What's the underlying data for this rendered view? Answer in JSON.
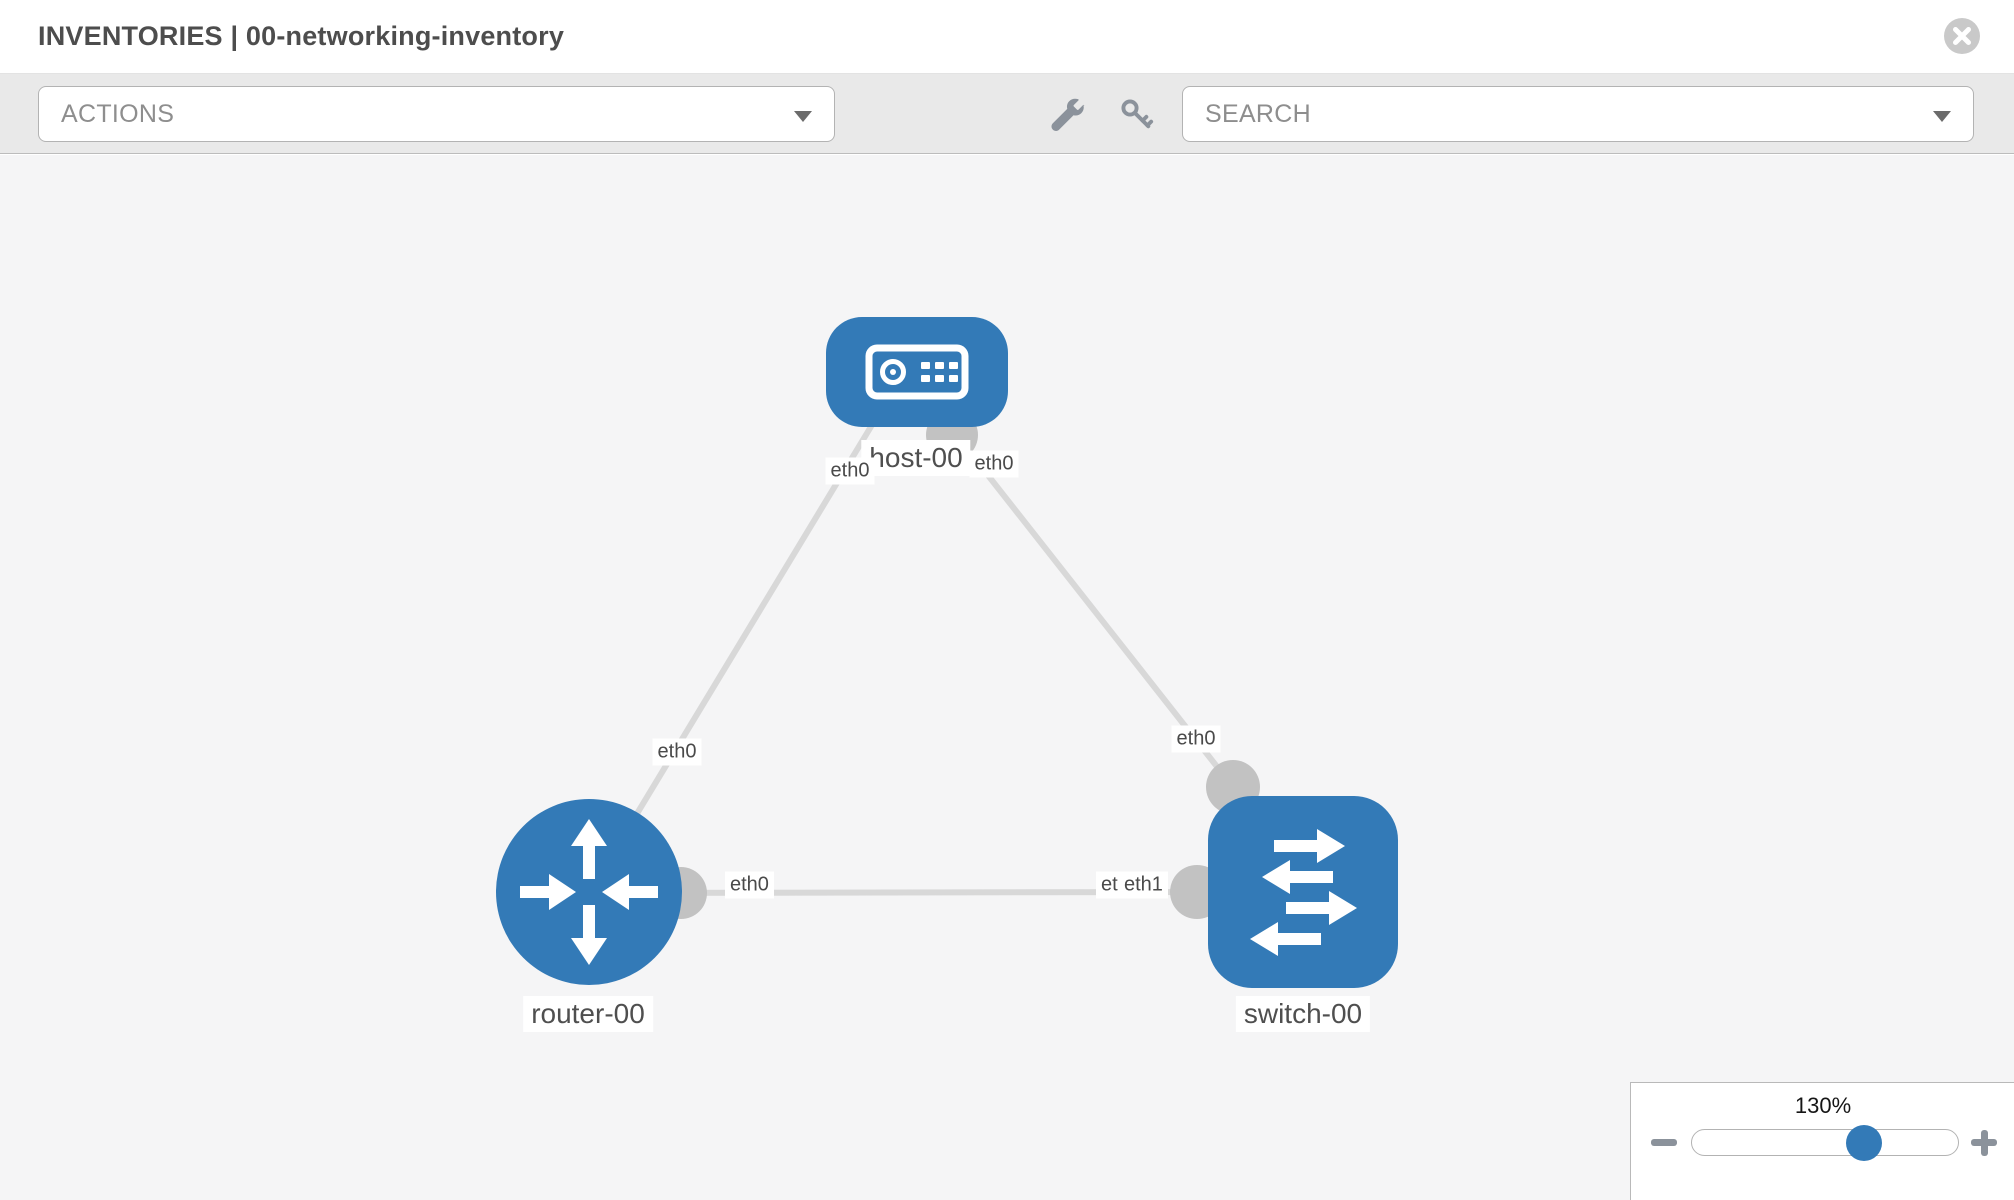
{
  "header": {
    "title": "INVENTORIES | 00-networking-inventory",
    "close_icon": "close-icon"
  },
  "toolbar": {
    "actions_label": "ACTIONS",
    "search_label": "SEARCH",
    "icons": [
      "wrench-icon",
      "key-icon"
    ]
  },
  "topology": {
    "nodes": [
      {
        "label": "host-00",
        "type": "host"
      },
      {
        "label": "router-00",
        "type": "router"
      },
      {
        "label": "switch-00",
        "type": "switch"
      }
    ],
    "links": [
      {
        "from": "router-00",
        "to": "host-00",
        "from_iface": "eth0",
        "to_iface": "eth0"
      },
      {
        "from": "switch-00",
        "to": "host-00",
        "from_iface": "eth0",
        "to_iface": "eth0"
      },
      {
        "from": "router-00",
        "to": "switch-00",
        "from_iface": "eth0",
        "to_iface": "eth1"
      }
    ],
    "iface_labels": {
      "host_left": "eth0",
      "host_right": "eth0",
      "router_to_host": "eth0",
      "switch_to_host": "eth0",
      "router_to_switch": "eth0",
      "switch_to_router_back": "eth0",
      "switch_to_router_front": "eth1"
    }
  },
  "zoom_control": {
    "value": "130%",
    "percent": 64
  },
  "colors": {
    "node_blue": "#337ab7",
    "link_gray": "#d8d8d8",
    "connector_gray": "#c2c2c2",
    "toolbar_gray": "#e9e9e9",
    "canvas_gray": "#f5f5f6"
  }
}
